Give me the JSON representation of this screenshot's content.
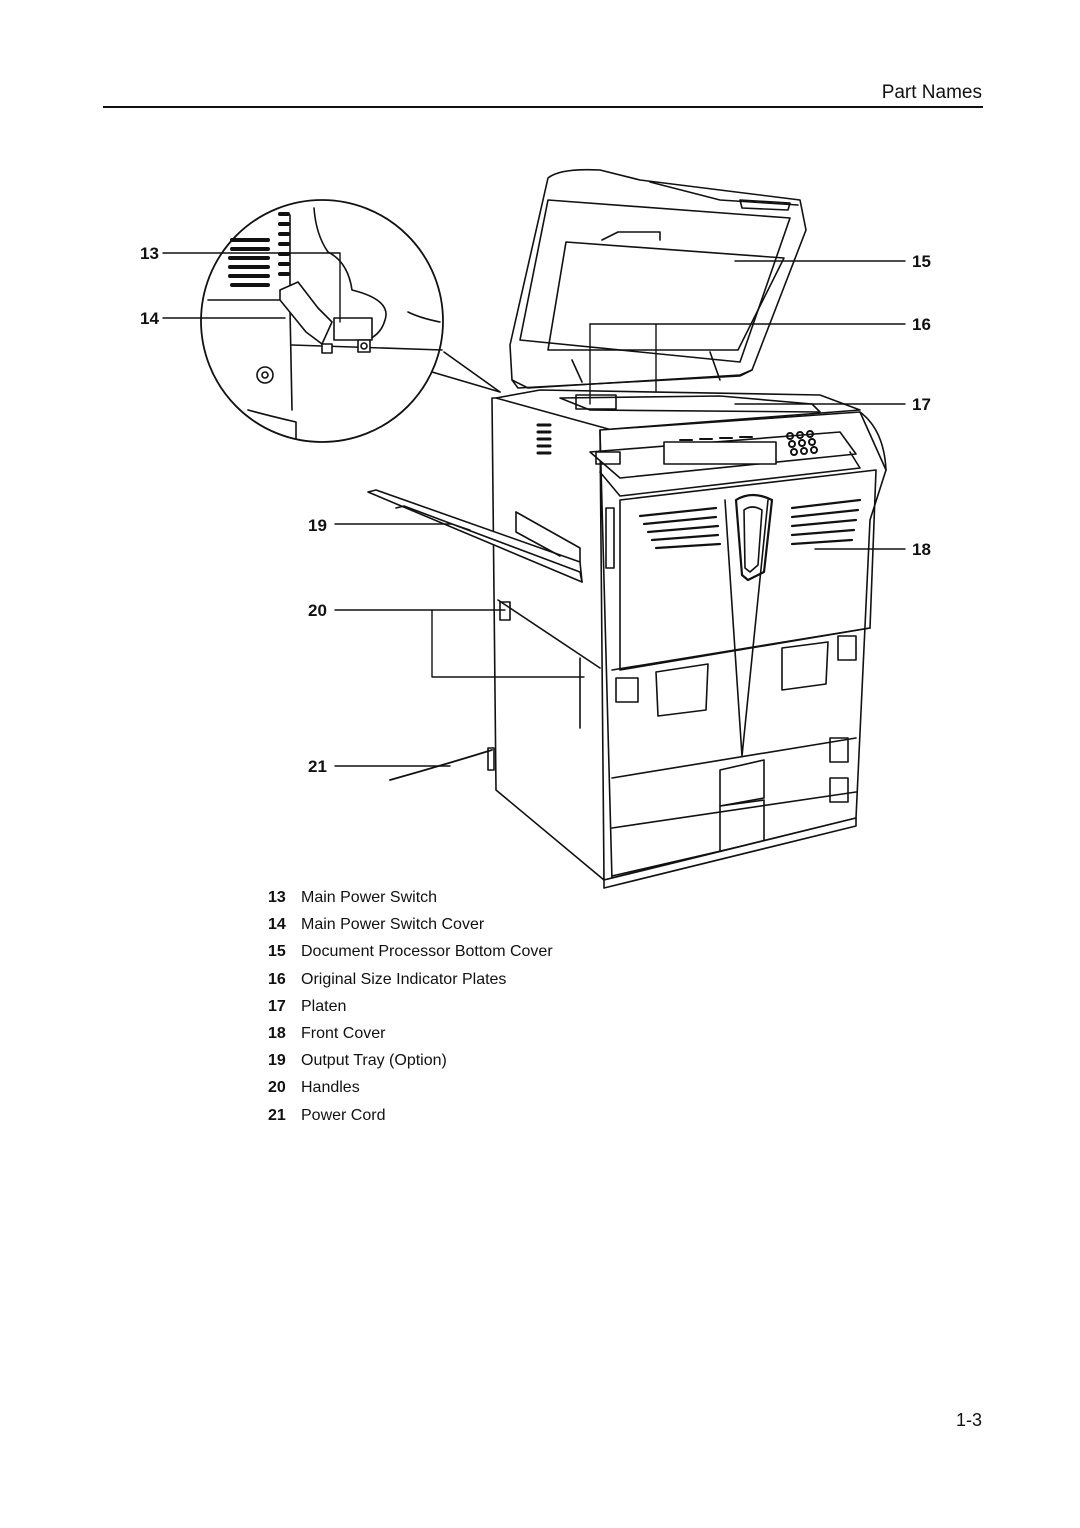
{
  "header": {
    "title": "Part Names"
  },
  "callouts": {
    "c13": "13",
    "c14": "14",
    "c15": "15",
    "c16": "16",
    "c17": "17",
    "c18": "18",
    "c19": "19",
    "c20": "20",
    "c21": "21"
  },
  "parts": [
    {
      "num": "13",
      "label": "Main Power Switch"
    },
    {
      "num": "14",
      "label": "Main Power Switch Cover"
    },
    {
      "num": "15",
      "label": "Document Processor Bottom Cover"
    },
    {
      "num": "16",
      "label": "Original Size Indicator Plates"
    },
    {
      "num": "17",
      "label": "Platen"
    },
    {
      "num": "18",
      "label": "Front Cover"
    },
    {
      "num": "19",
      "label": "Output Tray (Option)"
    },
    {
      "num": "20",
      "label": "Handles"
    },
    {
      "num": "21",
      "label": "Power Cord"
    }
  ],
  "footer": {
    "page_number": "1-3"
  }
}
